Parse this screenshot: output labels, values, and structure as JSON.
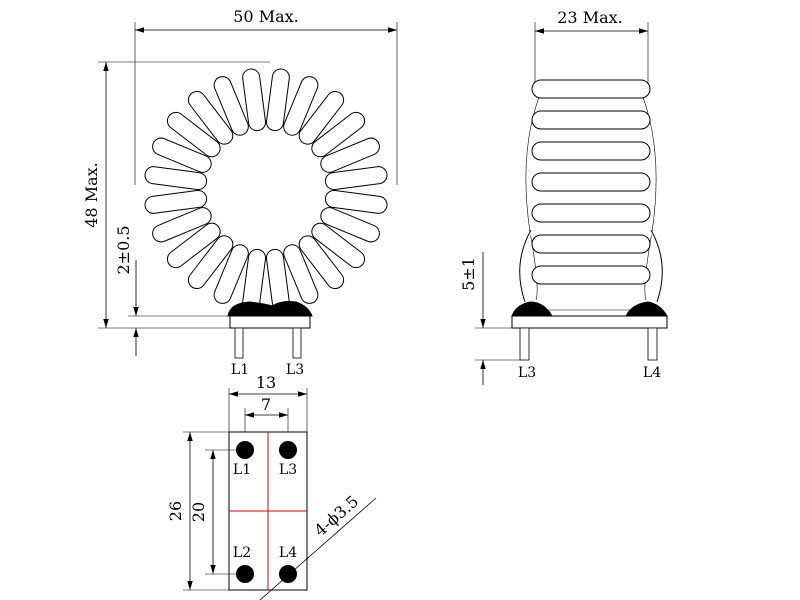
{
  "front_view": {
    "width_label": "50 Max.",
    "height_label": "48 Max.",
    "standoff_label": "2±0.5",
    "pin_labels": [
      "L1",
      "L3"
    ]
  },
  "side_view": {
    "width_label": "23 Max.",
    "pin_length_label": "5±1",
    "pin_labels": [
      "L3",
      "L4"
    ]
  },
  "bottom_view": {
    "width_label": "13",
    "pin_spacing_label": "7",
    "length_label": "26",
    "pin_row_label": "20",
    "hole_label": "4-ϕ3.5",
    "pin_labels": [
      "L1",
      "L3",
      "L2",
      "L4"
    ]
  }
}
